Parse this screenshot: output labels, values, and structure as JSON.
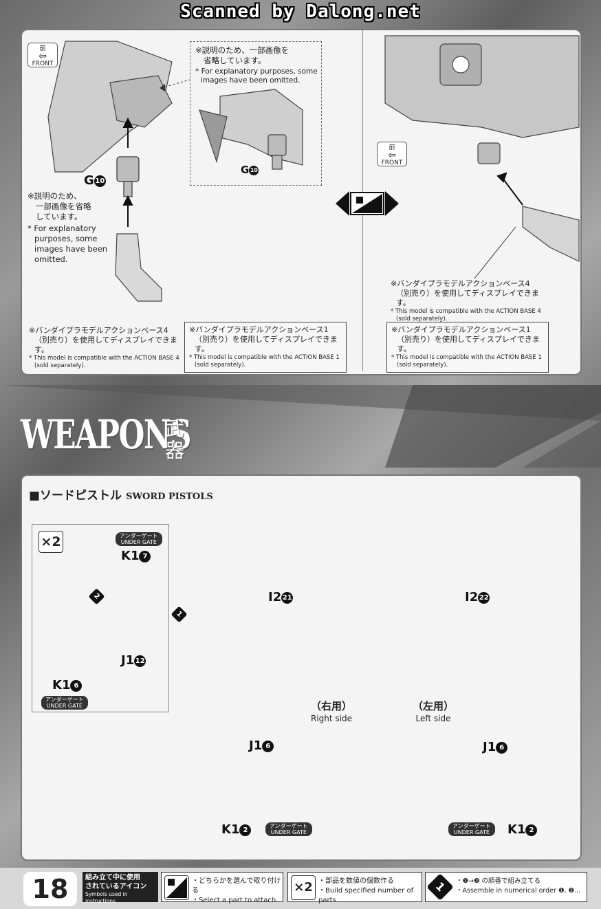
{
  "header": {
    "scan_credit": "Scanned by Dalong.net"
  },
  "top": {
    "front_jp": "前",
    "front_en": "FRONT",
    "note_left": {
      "jp": [
        "※説明のため、",
        "一部画像を省略",
        "しています。"
      ],
      "en": [
        "* For explanatory",
        "purposes, some",
        "images have been",
        "omitted."
      ]
    },
    "note_center": {
      "jp": [
        "※説明のため、一部画像を",
        "省略しています。"
      ],
      "en": [
        "* For explanatory purposes, some",
        "images have been omitted."
      ]
    },
    "part_g10_left": "G",
    "part_g10_center": "G",
    "part_num": "10",
    "base4_left": {
      "jp": [
        "※バンダイプラモデルアクションベース4",
        "（別売り）を使用してディスプレイできます。"
      ],
      "en": [
        "* This model is compatible with the ACTION BASE 4",
        "(sold separately)."
      ]
    },
    "base1_center": {
      "jp": [
        "※バンダイプラモデルアクションベース1",
        "（別売り）を使用してディスプレイできます。"
      ],
      "en": [
        "* This model is compatible with the ACTION BASE 1",
        "(sold separately)."
      ]
    },
    "base4_right": {
      "jp": [
        "※バンダイプラモデルアクションベース4",
        "（別売り）を使用してディスプレイできます。"
      ],
      "en": [
        "* This model is compatible with the ACTION BASE 4",
        "(sold separately)."
      ]
    },
    "base1_right": {
      "jp": [
        "※バンダイプラモデルアクションベース1",
        "（別売り）を使用してディスプレイできます。"
      ],
      "en": [
        "* This model is compatible with the ACTION BASE 1",
        "(sold separately)."
      ]
    }
  },
  "weapons": {
    "title_en": "WEAPONS",
    "title_jp": "武器",
    "section_jp": "■ソードピストル",
    "section_en": "SWORD PISTOLS",
    "x2": "×2",
    "gate_jp": "アンダーゲート",
    "gate_en": "UNDER GATE",
    "k17": "K1",
    "k17_n": "7",
    "k16": "K1",
    "k16_n": "6",
    "j112": "J1",
    "j112_n": "12",
    "i221": "I2",
    "i221_n": "21",
    "i222": "I2",
    "i222_n": "22",
    "step1": "1",
    "step2": "2",
    "right_jp": "（右用）",
    "right_en": "Right side",
    "left_jp": "（左用）",
    "left_en": "Left side",
    "j16": "J1",
    "j16_n": "6",
    "k12": "K1",
    "k12_n": "2"
  },
  "footer": {
    "page": "18",
    "symbols_jp": [
      "組み立て中に使用",
      "されているアイコン"
    ],
    "symbols_en": "Symbols used in instructions",
    "choose_jp": "・どちらかを選んで取り付ける",
    "choose_en": "・Select a part to attach.",
    "x2_icon": "×2",
    "x2_jp": "・部品を数値の個数作る",
    "x2_en": "・Build specified number of parts.",
    "order_icon": "1",
    "order_jp": "・❶→❷ の順番で組み立てる",
    "order_en": "・Assemble in numerical order ❶, ❷..."
  }
}
